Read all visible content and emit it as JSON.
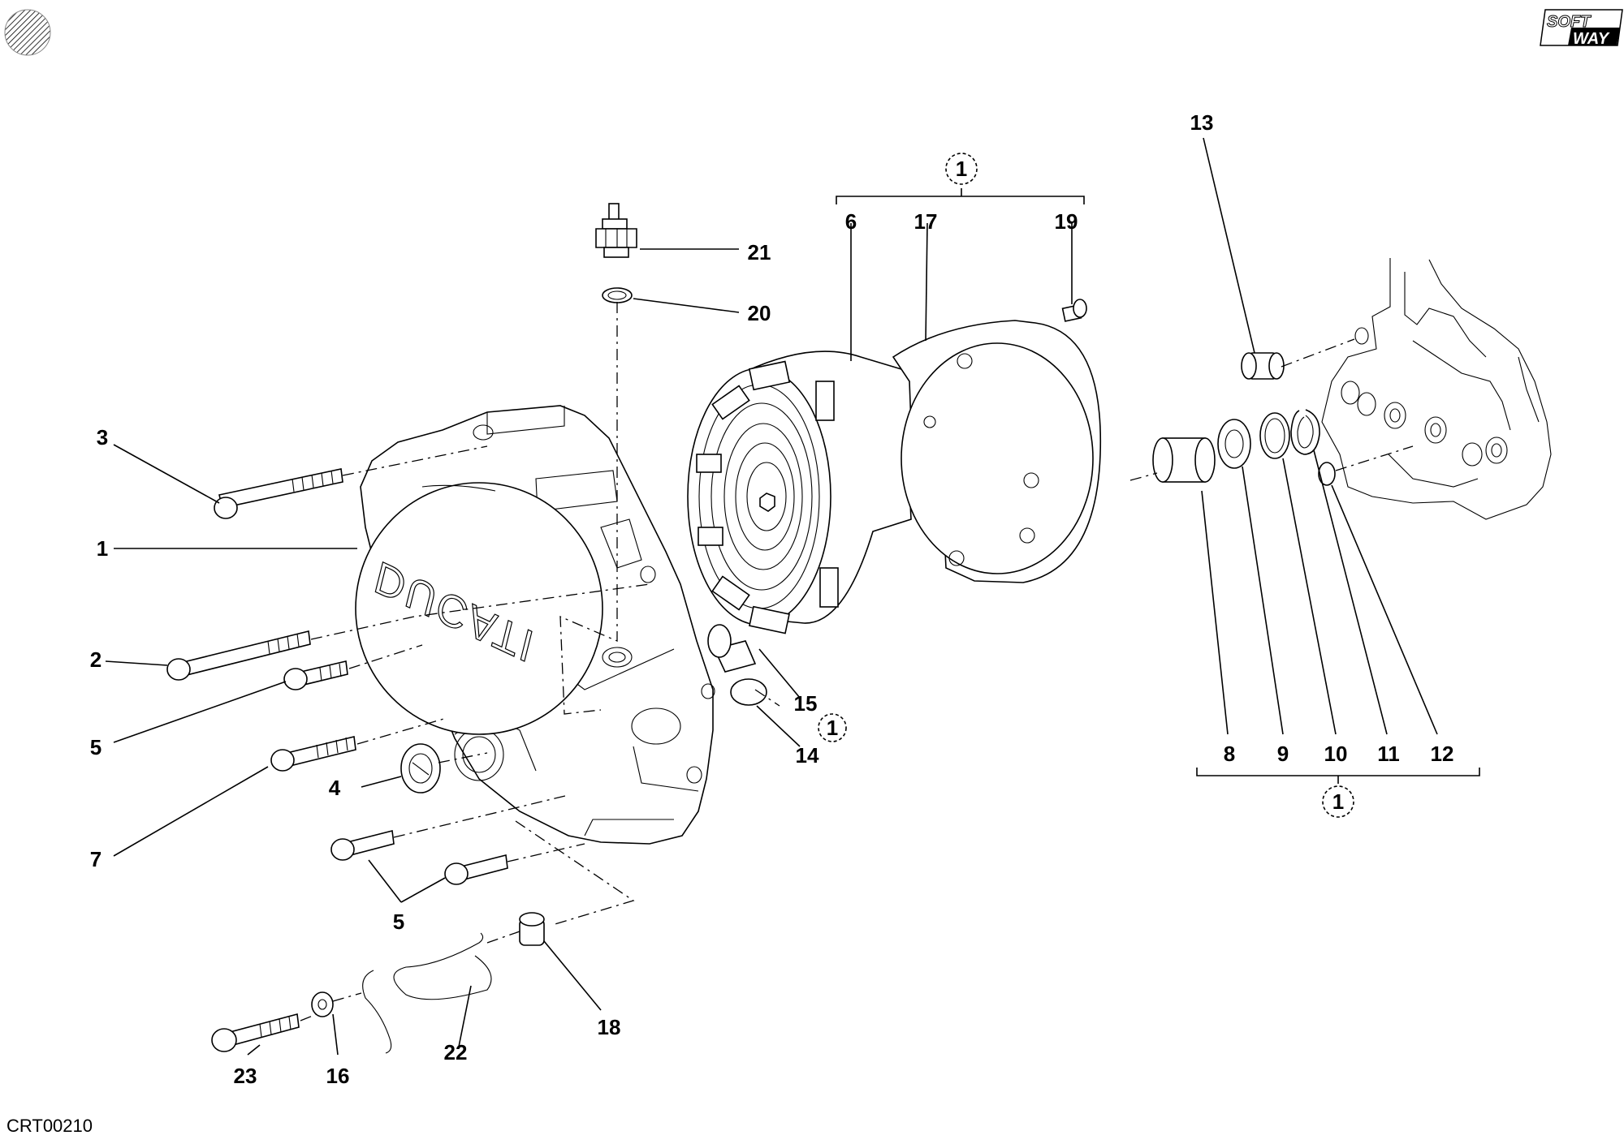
{
  "drawing_code": "CRT00210",
  "brand_mark": {
    "line1": "SOFT",
    "line2": "WAY"
  },
  "cover_logo_text": "DUCATI",
  "group_marker": "1",
  "callouts": {
    "p1": "1",
    "p2": "2",
    "p3": "3",
    "p4": "4",
    "p5a": "5",
    "p5b": "5",
    "p6": "6",
    "p7": "7",
    "p8": "8",
    "p9": "9",
    "p10": "10",
    "p11": "11",
    "p12": "12",
    "p13": "13",
    "p14": "14",
    "p15": "15",
    "p16": "16",
    "p17": "17",
    "p18": "18",
    "p19": "19",
    "p20": "20",
    "p21": "21",
    "p22": "22",
    "p23": "23"
  }
}
